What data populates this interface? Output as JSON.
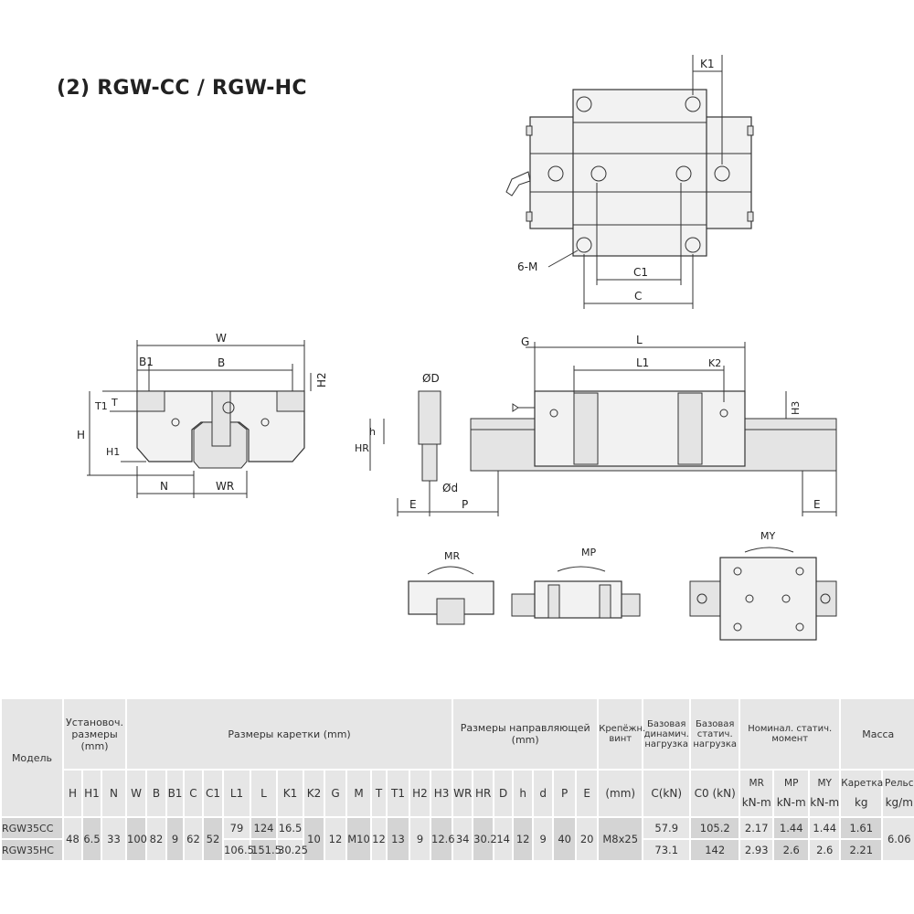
{
  "title": "(2) RGW-CC / RGW-HC",
  "drawing_labels": {
    "top": {
      "K1": "K1",
      "C1": "C1",
      "C": "C",
      "M": "6-M"
    },
    "front": {
      "W": "W",
      "B1": "B1",
      "B": "B",
      "H2": "H2",
      "T1": "T1",
      "T": "T",
      "H": "H",
      "H1": "H1",
      "N": "N",
      "WR": "WR"
    },
    "side": {
      "G": "G",
      "L": "L",
      "L1": "L1",
      "K2": "K2",
      "H3": "H3",
      "D": "ØD",
      "h": "h",
      "HR": "HR",
      "d": "Ød",
      "E": "E",
      "P": "P",
      "E2": "E"
    },
    "moments": {
      "MR": "MR",
      "MP": "MP",
      "MY": "MY"
    }
  },
  "table": {
    "groups": {
      "model": "Модель",
      "mount": "Установоч. размеры (mm)",
      "carriage": "Размеры каретки (mm)",
      "rail": "Размеры направляющей (mm)",
      "bolt": "Крепёжн. винт",
      "dyn": "Базовая динамич. нагрузка",
      "stat": "Базовая статич. нагрузка",
      "moment": "Номинал. статич. момент",
      "mass": "Масса"
    },
    "cols": {
      "H": "H",
      "H1": "H1",
      "N": "N",
      "W": "W",
      "B": "B",
      "B1": "B1",
      "C": "C",
      "C1": "C1",
      "L1": "L1",
      "L": "L",
      "K1": "K1",
      "K2": "K2",
      "G": "G",
      "M": "M",
      "T": "T",
      "T1": "T1",
      "H2": "H2",
      "H3": "H3",
      "WR": "WR",
      "HR": "HR",
      "D": "D",
      "h": "h",
      "d": "d",
      "P": "P",
      "E": "E",
      "bolt": "(mm)",
      "Ckn": "C(kN)",
      "C0kn": "C0 (kN)",
      "MR": "MR",
      "MP": "MP",
      "MY": "MY",
      "knm1": "kN-m",
      "knm2": "kN-m",
      "knm3": "kN-m",
      "carriage": "Каретка",
      "rail": "Рельс",
      "kg": "kg",
      "kgm": "kg/m"
    },
    "shared": {
      "H": "48",
      "H1": "6.5",
      "N": "33",
      "W": "100",
      "B": "82",
      "B1": "9",
      "C": "62",
      "C1": "52",
      "K2": "10",
      "G": "12",
      "M": "M10",
      "T": "12",
      "T1": "13",
      "H2": "9",
      "H3": "12.6",
      "WR": "34",
      "HR": "30.2",
      "D": "14",
      "h": "12",
      "d": "9",
      "P": "40",
      "E": "20",
      "bolt": "M8x25",
      "rail_mass": "6.06"
    },
    "rows": [
      {
        "model": "RGW35CC",
        "L1": "79",
        "L": "124",
        "K1": "16.5",
        "C": "57.9",
        "C0": "105.2",
        "MR": "2.17",
        "MP": "1.44",
        "MY": "1.44",
        "mass": "1.61"
      },
      {
        "model": "RGW35HC",
        "L1": "106.5",
        "L": "151.5",
        "K1": "30.25",
        "C": "73.1",
        "C0": "142",
        "MR": "2.93",
        "MP": "2.6",
        "MY": "2.6",
        "mass": "2.21"
      }
    ]
  }
}
